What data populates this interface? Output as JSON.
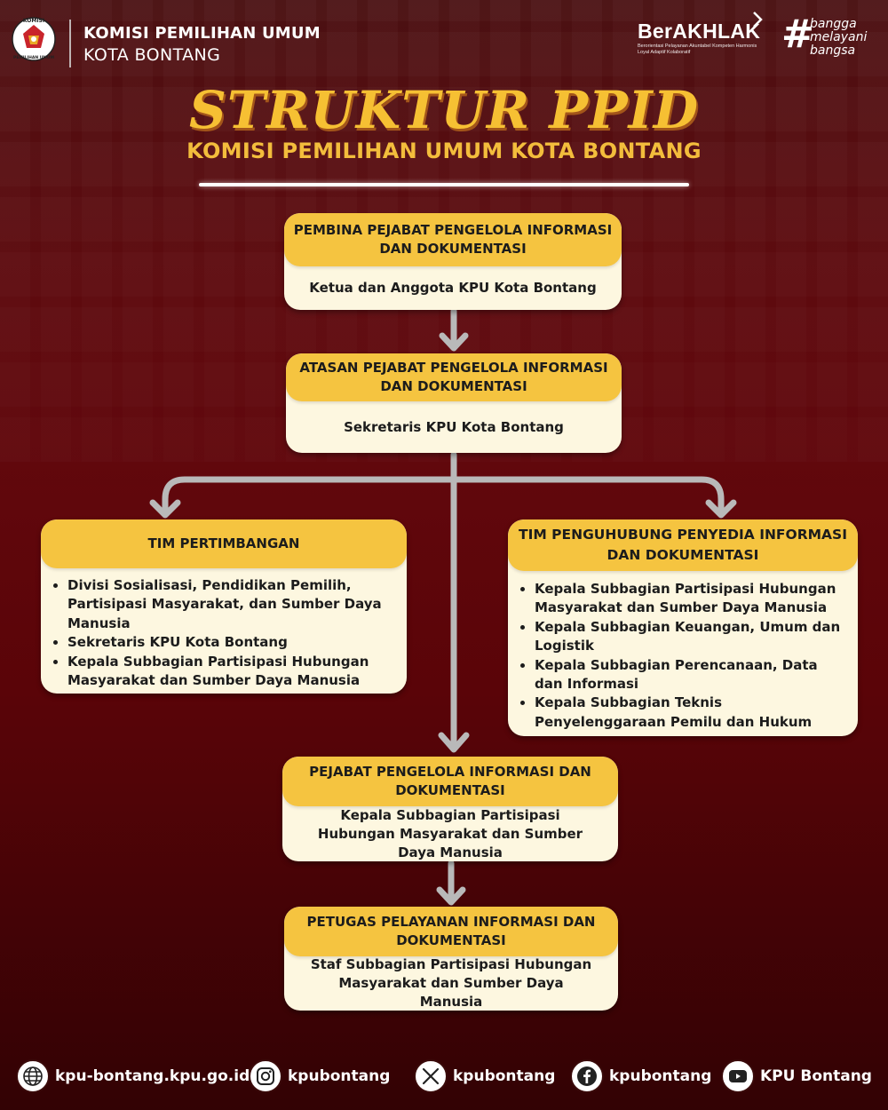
{
  "header": {
    "logo_text_top": "KOMISI",
    "logo_text_bottom": "PEMILIHAN UMUM",
    "org_line1": "KOMISI PEMILIHAN UMUM",
    "org_line2": "KOTA BONTANG",
    "berakhlak_title": "BerAKHLAK",
    "berakhlak_sub": "Berorientasi Pelayanan Akuntabel Kompeten Harmonis Loyal Adaptif Kolaboratif",
    "bangga_words": [
      "bangga",
      "melayani",
      "bangsa"
    ]
  },
  "title": "STRUKTUR PPID",
  "subtitle": "KOMISI PEMILIHAN UMUM KOTA BONTANG",
  "boxes": {
    "pembina": {
      "head": "PEMBINA PEJABAT PENGELOLA INFORMASI DAN DOKUMENTASI",
      "body": "Ketua dan Anggota KPU Kota Bontang"
    },
    "atasan": {
      "head": "ATASAN PEJABAT PENGELOLA INFORMASI DAN DOKUMENTASI",
      "body": "Sekretaris KPU Kota Bontang"
    },
    "pertimbangan": {
      "head": "TIM PERTIMBANGAN",
      "items": [
        "Divisi Sosialisasi, Pendidikan Pemilih, Partisipasi Masyarakat, dan Sumber Daya Manusia",
        "Sekretaris KPU Kota Bontang",
        "Kepala Subbagian Partisipasi Hubungan Masyarakat dan Sumber Daya Manusia"
      ]
    },
    "penghubung": {
      "head": "TIM PENGUHUBUNG PENYEDIA INFORMASI DAN DOKUMENTASI",
      "items": [
        "Kepala Subbagian Partisipasi Hubungan Masyarakat dan Sumber Daya Manusia",
        "Kepala Subbagian Keuangan, Umum dan Logistik",
        "Kepala Subbagian Perencanaan, Data dan Informasi",
        "Kepala Subbagian Teknis Penyelenggaraan Pemilu dan Hukum"
      ]
    },
    "ppid": {
      "head": "PEJABAT PENGELOLA INFORMASI DAN DOKUMENTASI",
      "body": "Kepala Subbagian Partisipasi Hubungan Masyarakat dan Sumber Daya Manusia"
    },
    "petugas": {
      "head": "PETUGAS PELAYANAN INFORMASI DAN DOKUMENTASI",
      "body": "Staf Subbagian Partisipasi Hubungan Masyarakat dan Sumber Daya Manusia"
    }
  },
  "footer": {
    "website": "kpu-bontang.kpu.go.id",
    "instagram": "kpubontang",
    "x": "kpubontang",
    "facebook": "kpubontang",
    "youtube": "KPU Bontang"
  },
  "colors": {
    "accent": "#f5c440",
    "box_body": "#fdf7e0",
    "background": "#620a0e",
    "connector": "#b9b9b9"
  }
}
